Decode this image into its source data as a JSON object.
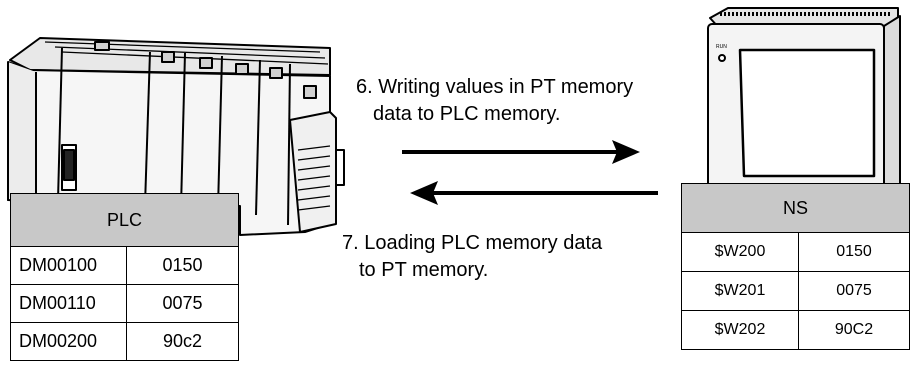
{
  "labels": {
    "write_line1": "6. Writing values in PT memory",
    "write_line2": "data to PLC memory.",
    "load_line1": "7. Loading PLC memory data",
    "load_line2": "to PT memory."
  },
  "plc_table": {
    "header": "PLC",
    "rows": [
      {
        "address": "DM00100",
        "value": "0150"
      },
      {
        "address": "DM00110",
        "value": "0075"
      },
      {
        "address": "DM00200",
        "value": "90c2"
      }
    ]
  },
  "ns_table": {
    "header": "NS",
    "rows": [
      {
        "address": "$W200",
        "value": "0150"
      },
      {
        "address": "$W201",
        "value": "0075"
      },
      {
        "address": "$W202",
        "value": "90C2"
      }
    ]
  },
  "icons": {
    "plc": "plc-rack-icon",
    "pt": "ns-touch-panel-icon"
  }
}
